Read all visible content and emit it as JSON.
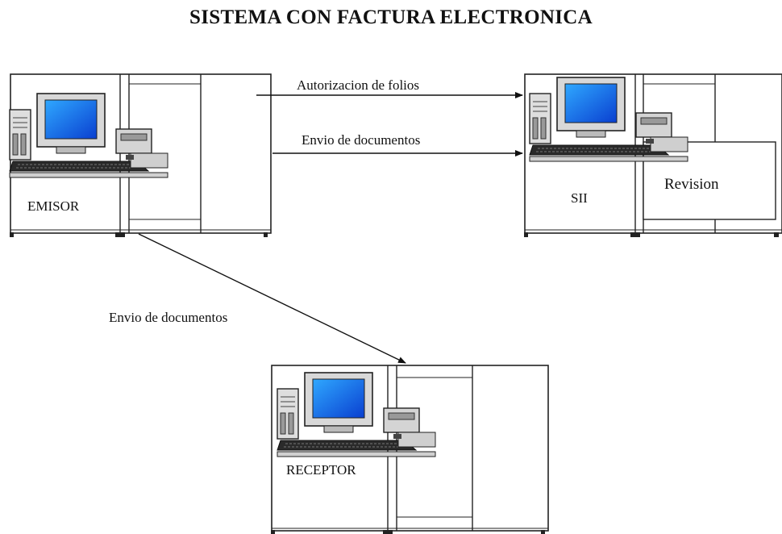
{
  "title": "SISTEMA CON FACTURA ELECTRONICA",
  "nodes": {
    "emisor": "EMISOR",
    "sii": "SII",
    "revision": "Revision",
    "receptor": "RECEPTOR"
  },
  "edges": {
    "autorizacion": "Autorizacion de folios",
    "envio_sii": "Envio de documentos",
    "envio_receptor": "Envio de documentos"
  },
  "icons": [
    "workstation-icon"
  ]
}
